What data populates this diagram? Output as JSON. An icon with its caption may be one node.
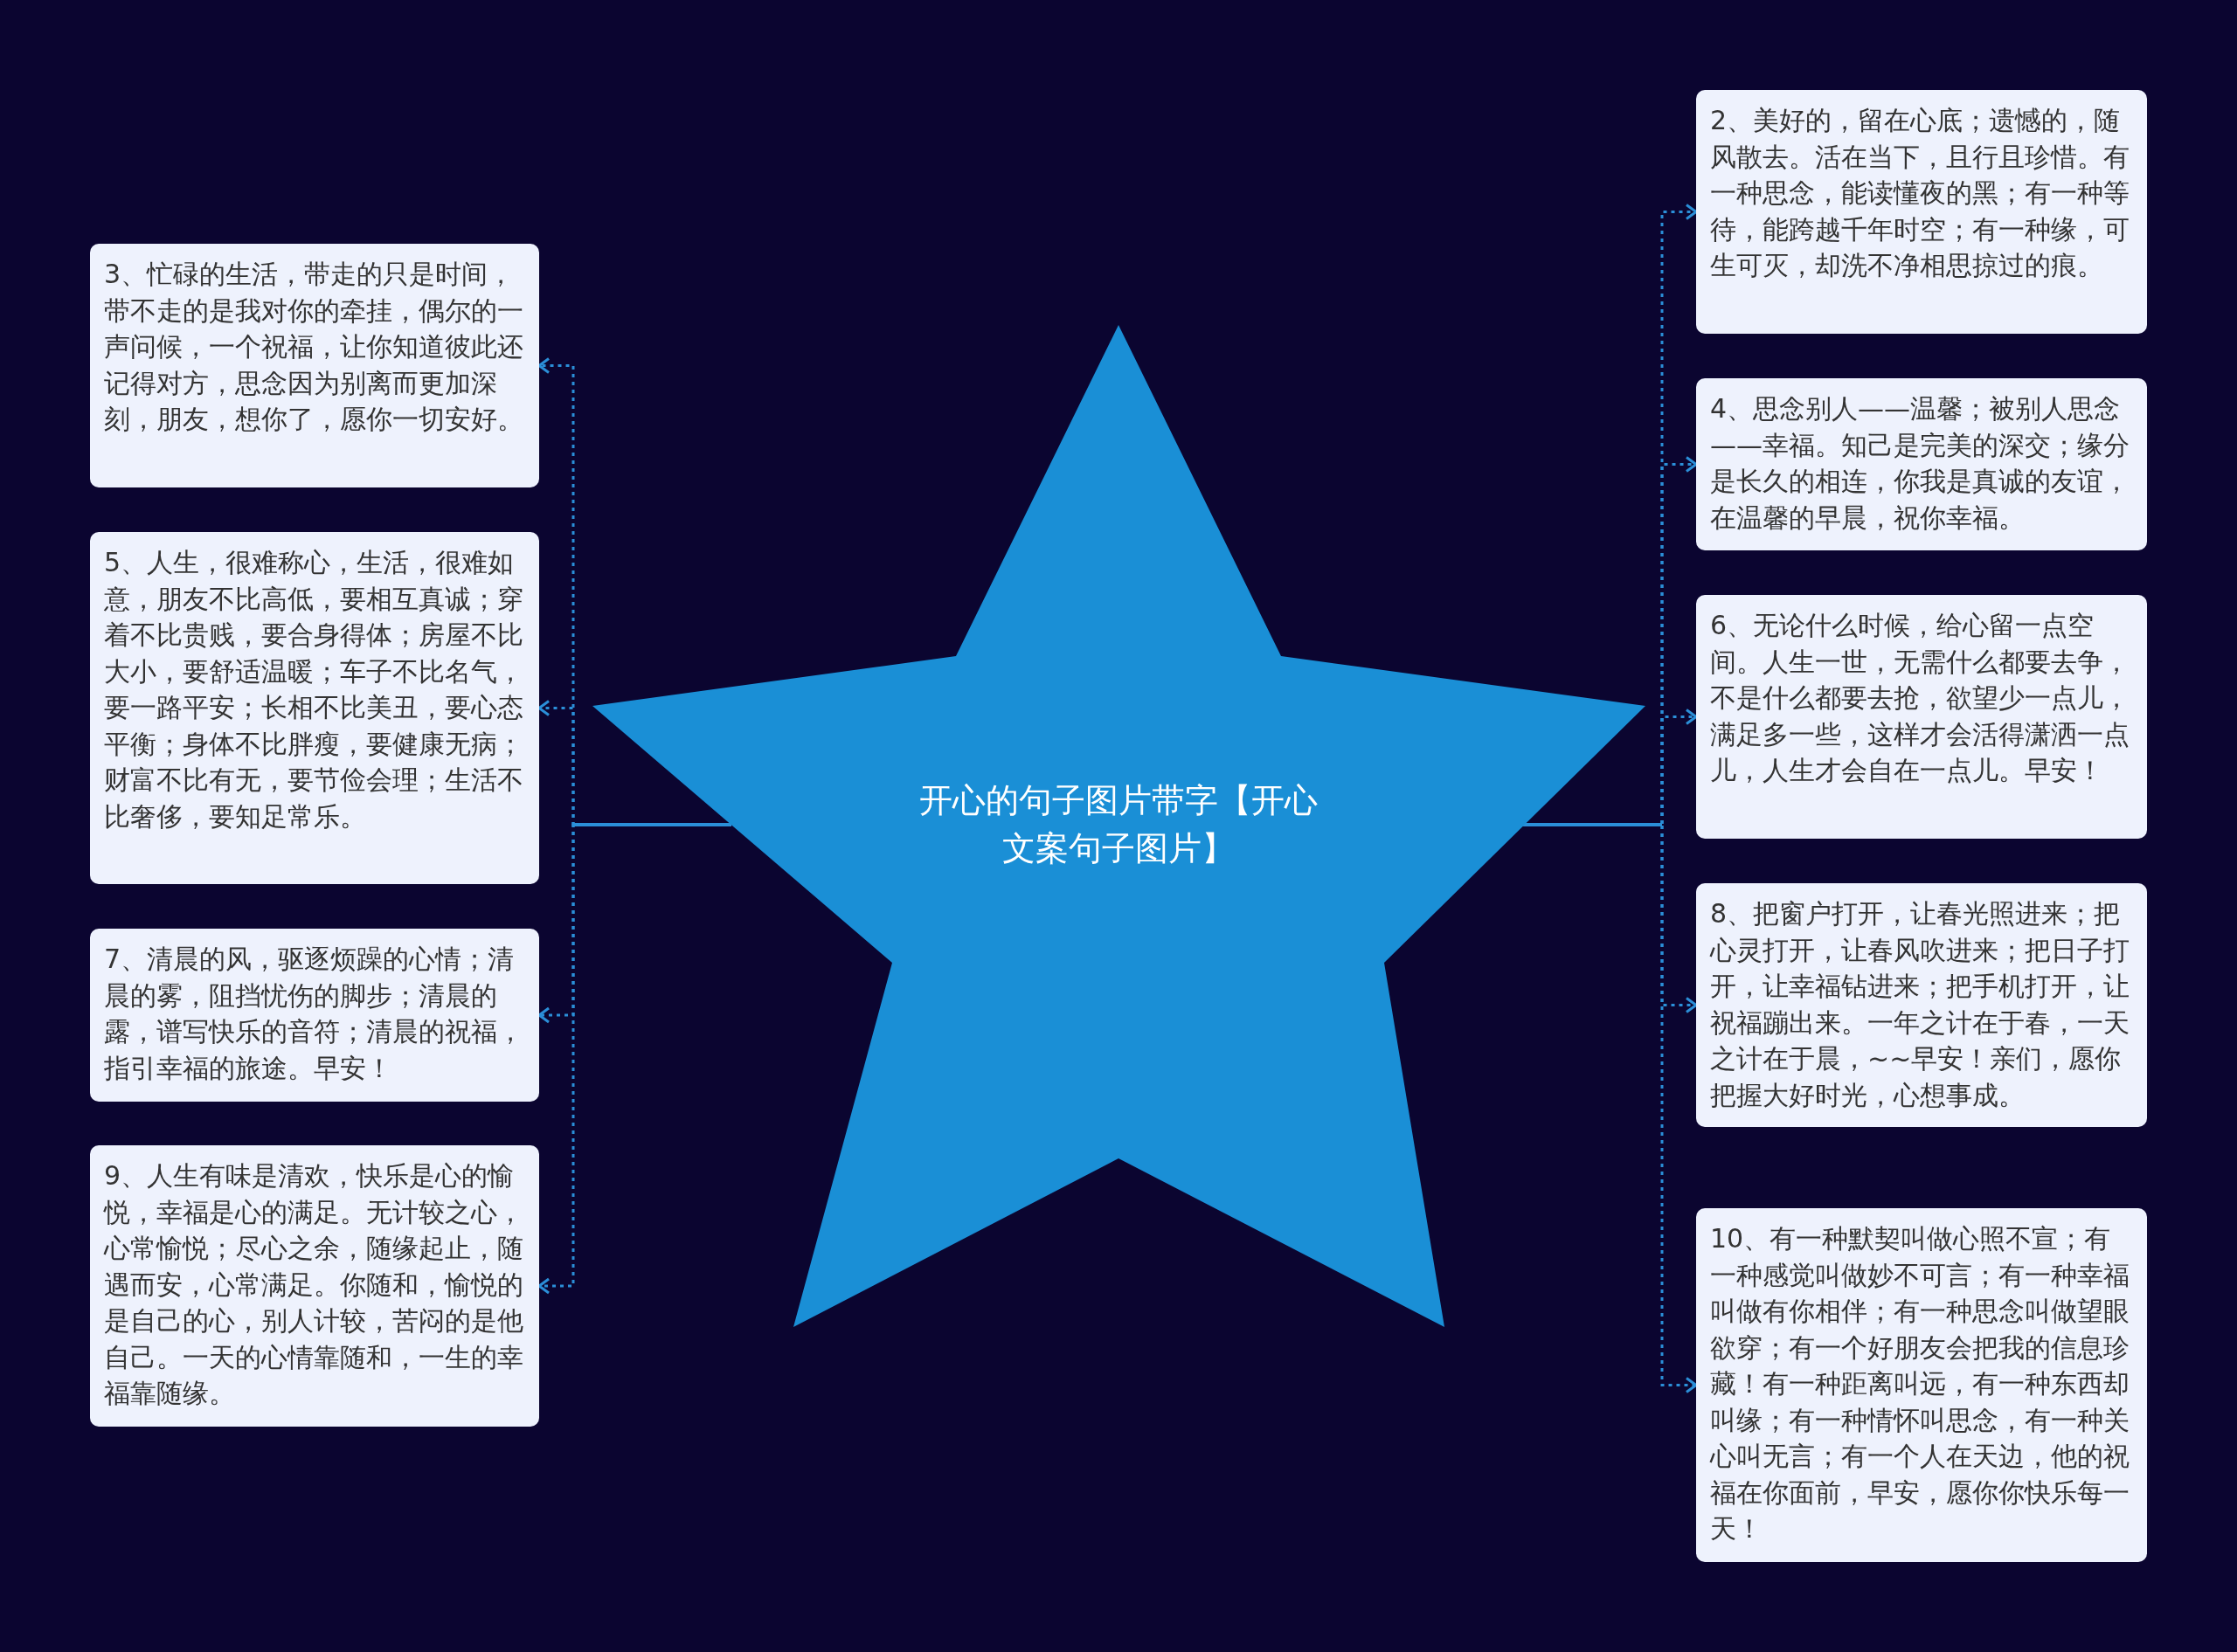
{
  "diagram": {
    "nodes": [
      {
        "text": [
          "开心的句子图片带字【开心文案句子图片】"
        ]
      },
      {
        "text": [
          "2、美好的，留在心底；遗憾的，随风散去。活在当下，且行且珍惜。有一种思念，能读懂夜的黑；有一种等待，能跨越千年时空；有一种缘，可生可灭，却洗不净相思掠过的痕。"
        ]
      },
      {
        "text": [
          "3、忙碌的生活，带走的只是时间，带不走的是我对你的牵挂，偶尔的一声问候，一个祝福，让你知道彼此还记得对方，思念因为别离而更加深刻，朋友，想你了，愿你一切安好。"
        ]
      },
      {
        "text": [
          "4、思念别人——温馨；被别人思念——幸福。知己是完美的深交；缘分是长久的相连，你我是真诚的友谊，在温馨的早晨，祝你幸福。"
        ]
      },
      {
        "text": [
          "5、人生，很难称心，生活，很难如意，朋友不比高低，要相互真诚；穿着不比贵贱，要合身得体；房屋不比大小，要舒适温暖；车子不比名气，要一路平安；长相不比美丑，要心态平衡；身体不比胖瘦，要健康无病；财富不比有无，要节俭会理；生活不比奢侈，要知足常乐。"
        ]
      },
      {
        "text": [
          "6、无论什么时候，给心留一点空间。人生一世，无需什么都要去争，不是什么都要去抢，欲望少一点儿，满足多一些，这样才会活得潇洒一点儿，人生才会自在一点儿。早安！"
        ]
      },
      {
        "text": [
          "7、清晨的风，驱逐烦躁的心情；清晨的雾，阻挡忧伤的脚步；清晨的露，谱写快乐的音符；清晨的祝福，指引幸福的旅途。早安！"
        ]
      },
      {
        "text": [
          "8、把窗户打开，让春光照进来；把心灵打开，让春风吹进来；把日子打开，让幸福钻进来；把手机打开，让祝福蹦出来。一年之计在于春，一天之计在于晨，~~早安！亲们，愿你把握大好时光，心想事成。"
        ]
      },
      {
        "text": [
          "9、人生有味是清欢，快乐是心的愉悦，幸福是心的满足。无计较之心，心常愉悦；尽心之余，随缘起止，随遇而安，心常满足。你随和，愉悦的是自己的心，别人计较，苦闷的是他自己。一天的心情靠随和，一生的幸福靠随缘。"
        ]
      },
      {
        "text": [
          "10、有一种默契叫做心照不宣；有一种感觉叫做妙不可言；有一种幸福叫做有你相伴；有一种思念叫做望眼欲穿；有一个好朋友会把我的信息珍藏！有一种距离叫远，有一种东西却叫缘；有一种情怀叫思念，有一种关心叫无言；有一个人在天边，他的祝福在你面前，早安，愿你你快乐每一天！"
        ]
      }
    ],
    "edges": [
      {
        "from": 0,
        "to": 1,
        "arrow": "to"
      },
      {
        "from": 0,
        "to": 2,
        "arrow": "to"
      },
      {
        "from": 0,
        "to": 3,
        "arrow": "to"
      },
      {
        "from": 0,
        "to": 4,
        "arrow": "to"
      },
      {
        "from": 0,
        "to": 5,
        "arrow": "to"
      },
      {
        "from": 0,
        "to": 6,
        "arrow": "to"
      },
      {
        "from": 0,
        "to": 7,
        "arrow": "to"
      },
      {
        "from": 0,
        "to": 8,
        "arrow": "to"
      },
      {
        "from": 0,
        "to": 9,
        "arrow": "to"
      }
    ]
  }
}
